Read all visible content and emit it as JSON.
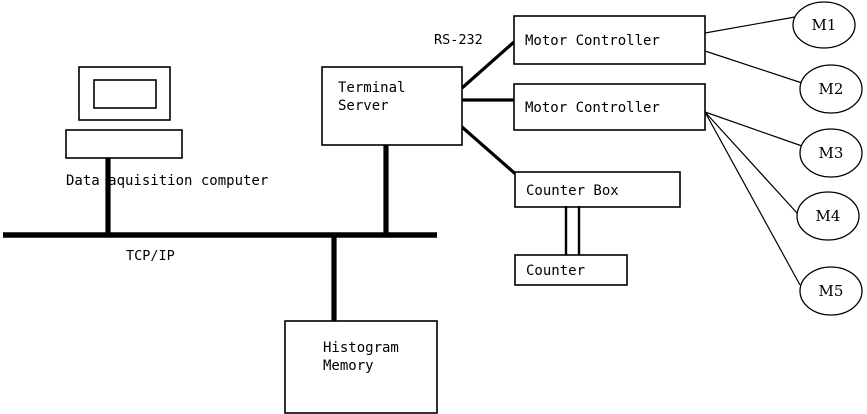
{
  "diagram": {
    "title": "Data acquisition system block diagram",
    "background_color": "#ffffff",
    "line_color": "#000000",
    "nodes": {
      "workstation": {
        "label": "Data aquisition computer",
        "type": "computer-icon"
      },
      "terminal_server": {
        "line1": "Terminal",
        "line2": "Server"
      },
      "motor_controller_1": {
        "label": "Motor Controller"
      },
      "motor_controller_2": {
        "label": "Motor Controller"
      },
      "counter_box": {
        "label": "Counter Box"
      },
      "counter": {
        "label": "Counter"
      },
      "histogram_memory": {
        "line1": "Histogram",
        "line2": "Memory"
      },
      "motors": [
        {
          "label": "M1"
        },
        {
          "label": "M2"
        },
        {
          "label": "M3"
        },
        {
          "label": "M4"
        },
        {
          "label": "M5"
        }
      ]
    },
    "edges": {
      "network_bus_label": "TCP/IP",
      "serial_link_label": "RS-232"
    }
  }
}
